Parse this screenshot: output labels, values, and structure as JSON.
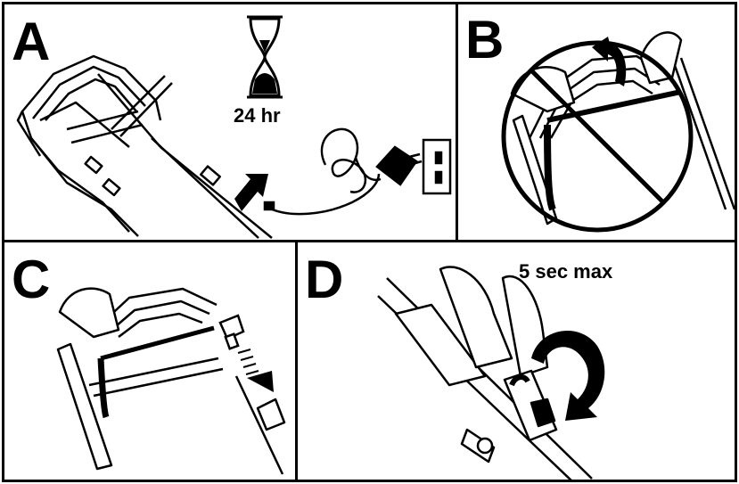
{
  "panels": {
    "a": {
      "letter": "A",
      "caption": "24 hr",
      "icons": [
        "hourglass-icon",
        "lawnmower-handle",
        "charger-plug",
        "wall-outlet-icon",
        "insert-arrow-icon"
      ]
    },
    "b": {
      "letter": "B",
      "icons": [
        "prohibition-icon",
        "lift-arrow-icon",
        "lawnmower-handle"
      ]
    },
    "c": {
      "letter": "C",
      "icons": [
        "lawnmower-handle",
        "safety-key-icon",
        "insert-arrow-icon"
      ]
    },
    "d": {
      "letter": "D",
      "caption": "5 sec max",
      "icons": [
        "rotate-arrow-icon",
        "key-turn"
      ]
    }
  }
}
